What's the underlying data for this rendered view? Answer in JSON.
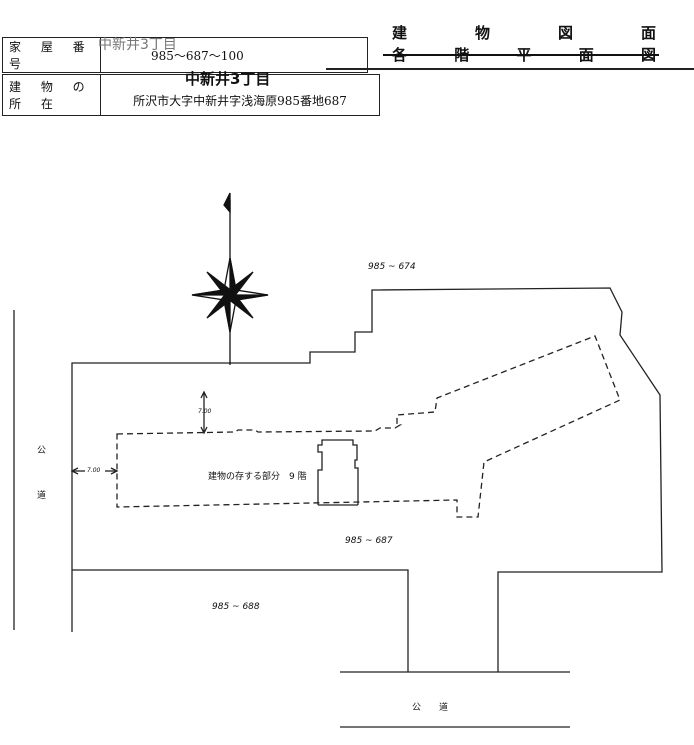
{
  "header": {
    "house_number_label": "家 屋 番 号",
    "house_number_value": "985〜687〜100",
    "house_number_stamp": "中新井3丁目",
    "location_label": "建 物 の 所 在",
    "location_value": "所沢市大字中新井字浅海原985番地687",
    "location_stamp": "中新井3丁目"
  },
  "title": {
    "line1": [
      "建",
      "物",
      "図",
      "面"
    ],
    "line2_struck": [
      "各",
      "階",
      "平",
      "面",
      "図"
    ]
  },
  "drawing": {
    "lot_north": "985 ~ 674",
    "lot_main": "985 ~ 687",
    "lot_south": "985 ~ 688",
    "setback_top": "7.00",
    "setback_left": "7.00",
    "building_label": "建物の存する部分　9 階",
    "road_left_chars": [
      "公",
      "道"
    ],
    "road_bottom": "公　　道"
  }
}
